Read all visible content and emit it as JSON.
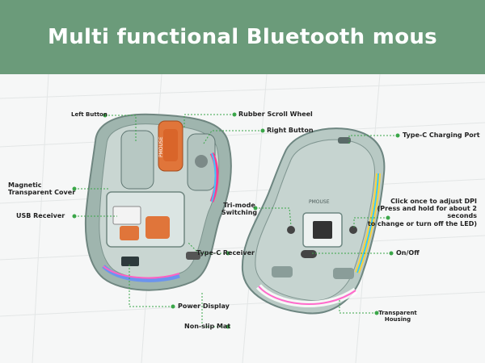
{
  "banner": {
    "title": "Multi functional Bluetooth mous"
  },
  "callouts": {
    "left_button": "Left Button",
    "rubber_scroll_wheel": "Rubber Scroll Wheel",
    "right_button": "Right Button",
    "magnetic_cover_line1": "Magnetic",
    "magnetic_cover_line2": "Transparent Cover",
    "usb_receiver": "USB Receiver",
    "type_c_receiver": "Type-C Receiver",
    "power_display": "Power Display",
    "non_slip_mat": "Non-slip Mat",
    "type_c_charging_port": "Type-C Charging Port",
    "tri_mode_line1": "Tri-mode",
    "tri_mode_line2": "Switching",
    "dpi_line1": "Click once to adjust DPI",
    "dpi_line2": "(Press and hold for about 2 seconds",
    "dpi_line3": "to change or turn off the LED)",
    "on_off": "On/Off",
    "transparent_line1": "Transparent",
    "transparent_line2": "Housing"
  },
  "mouse": {
    "brand_text": "PMOUSE"
  },
  "colors": {
    "banner": "#6b9b7a",
    "leader": "#3aa648",
    "shell": "#9fb5ae",
    "accent": "#e0753a"
  }
}
